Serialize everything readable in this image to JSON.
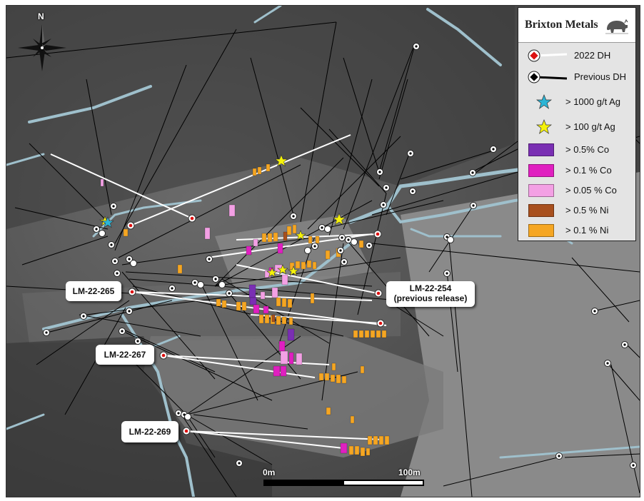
{
  "legend": {
    "company": "Brixton Metals",
    "items": [
      {
        "kind": "dh2022",
        "label": "2022 DH"
      },
      {
        "kind": "dhprev",
        "label": "Previous DH"
      },
      {
        "kind": "star",
        "color": "#2bb5d6",
        "label": "> 1000 g/t Ag"
      },
      {
        "kind": "star",
        "color": "#f5f20a",
        "label": "> 100 g/t Ag"
      },
      {
        "kind": "swatch",
        "color": "#7a2fb3",
        "label": "> 0.5% Co"
      },
      {
        "kind": "swatch",
        "color": "#e020c0",
        "label": "> 0.1 % Co"
      },
      {
        "kind": "swatch",
        "color": "#f3a0e4",
        "label": "> 0.05 % Co"
      },
      {
        "kind": "swatch",
        "color": "#a8501e",
        "label": "> 0.5 % Ni"
      },
      {
        "kind": "swatch",
        "color": "#f5a623",
        "label": "> 0.1 % Ni"
      }
    ]
  },
  "hole_labels": {
    "lm265": "LM-22-265",
    "lm254": "LM-22-254",
    "lm254_note": "(previous release)",
    "lm267": "LM-22-267",
    "lm269": "LM-22-269"
  },
  "north": "N",
  "scale": {
    "start": "0m",
    "end": "100m"
  }
}
